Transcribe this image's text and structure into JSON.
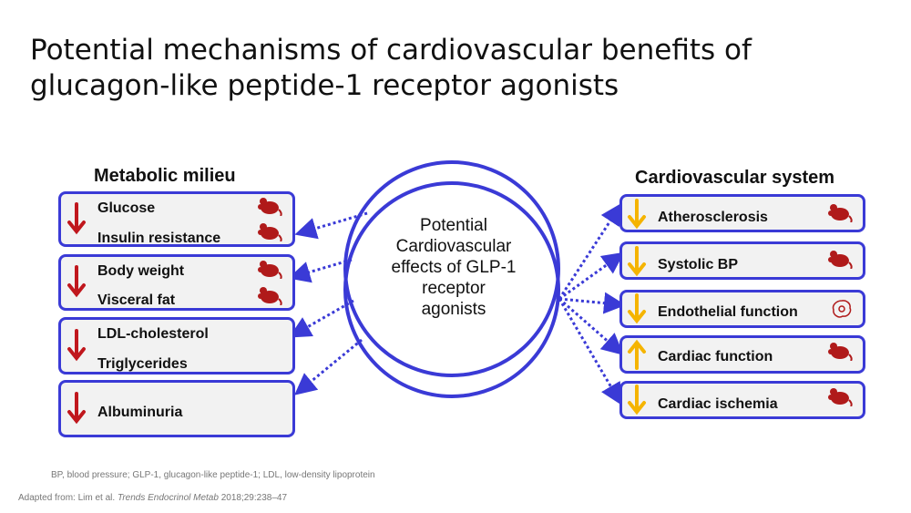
{
  "title_line1": "Potential mechanisms of cardiovascular benefits of",
  "title_line2": "glucagon-like peptide-1 receptor agonists",
  "left_heading": "Metabolic milieu",
  "right_heading": "Cardiovascular system",
  "center_lines": [
    "Potential",
    "Cardiovascular",
    "effects of GLP-1",
    "receptor",
    "agonists"
  ],
  "left_items": {
    "glucose": "Glucose",
    "insulin": "Insulin resistance",
    "bodyweight": "Body weight",
    "visceral": "Visceral fat",
    "ldl": "LDL-cholesterol",
    "trig": "Triglycerides",
    "albumin": "Albuminuria"
  },
  "right_items": {
    "athero": "Atherosclerosis",
    "sbp": "Systolic BP",
    "endo": "Endothelial function",
    "cardiac": "Cardiac function",
    "ischemia": "Cardiac ischemia"
  },
  "footnote": "BP, blood pressure; GLP-1, glucagon-like peptide-1; LDL, low-density lipoprotein",
  "source_prefix": "Adapted from: Lim et al. ",
  "source_journal": "Trends Endocrinol Metab",
  "source_suffix": " 2018;29:238–47",
  "colors": {
    "box_border": "#3a3ad6",
    "down_arrow_left": "#c0171d",
    "arrow_right": "#f5b400",
    "mouse": "#b01a1a"
  }
}
